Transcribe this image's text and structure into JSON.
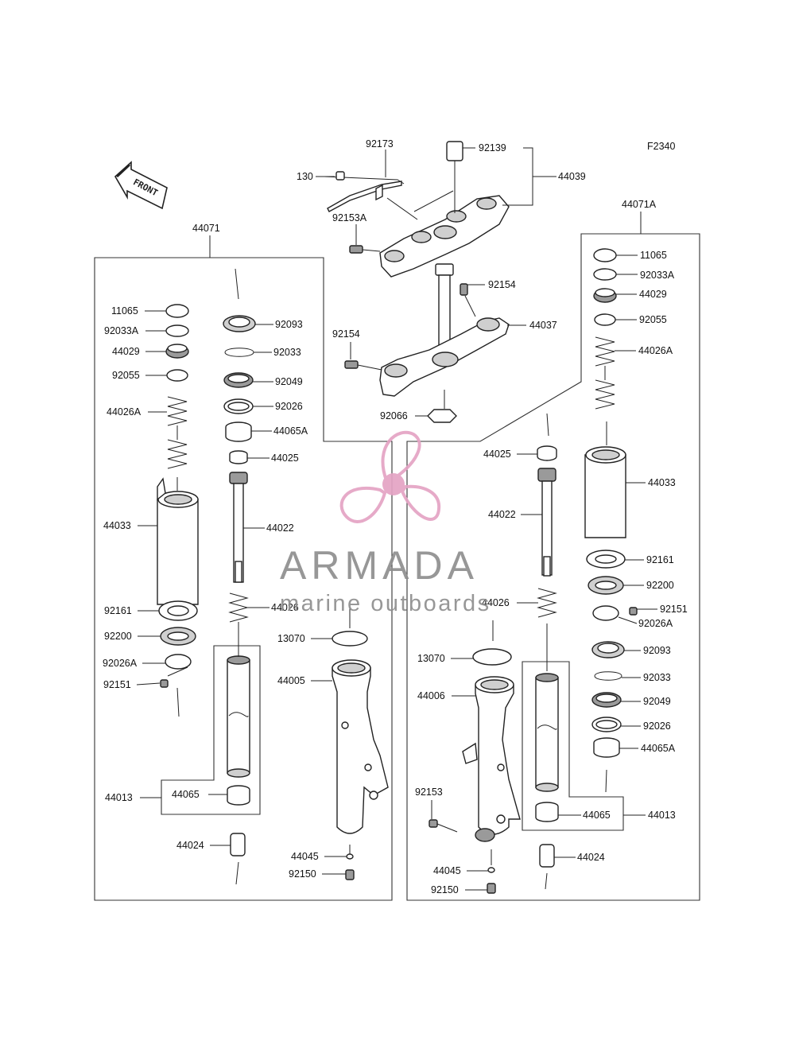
{
  "figure_code": "F2340",
  "front_label": "FRONT",
  "watermark": {
    "brand": "ARMADA",
    "tagline": "marine outboards",
    "brand_color": "#e4a3c4",
    "text_color": "#8f8f8f"
  },
  "top_assembly": {
    "p92173": "92173",
    "p130": "130",
    "p92139": "92139",
    "p44039": "44039",
    "p92153A": "92153A",
    "p92154_a": "92154",
    "p92154_b": "92154",
    "p44037": "44037",
    "p92066": "92066"
  },
  "left_fork": {
    "group": "44071",
    "p11065": "11065",
    "p92033A": "92033A",
    "p44029": "44029",
    "p92055": "92055",
    "p44026A": "44026A",
    "p44033": "44033",
    "p92161": "92161",
    "p92200": "92200",
    "p92026A": "92026A",
    "p92151": "92151",
    "p92093": "92093",
    "p92033": "92033",
    "p92049": "92049",
    "p92026": "92026",
    "p44065A": "44065A",
    "p44025": "44025",
    "p44022": "44022",
    "p44026": "44026",
    "p13070": "13070",
    "p44005": "44005",
    "p44013": "44013",
    "p44065": "44065",
    "p44024": "44024",
    "p44045": "44045",
    "p92150": "92150"
  },
  "right_fork": {
    "group": "44071A",
    "p11065": "11065",
    "p92033A": "92033A",
    "p44029": "44029",
    "p92055": "92055",
    "p44026A": "44026A",
    "p44033": "44033",
    "p92161": "92161",
    "p92200": "92200",
    "p92151": "92151",
    "p92026A": "92026A",
    "p92093": "92093",
    "p92033": "92033",
    "p92049": "92049",
    "p92026": "92026",
    "p44065A": "44065A",
    "p44025": "44025",
    "p44022": "44022",
    "p44026": "44026",
    "p13070": "13070",
    "p44006": "44006",
    "p92153": "92153",
    "p44065": "44065",
    "p44013": "44013",
    "p44024": "44024",
    "p44045": "44045",
    "p92150": "92150"
  }
}
